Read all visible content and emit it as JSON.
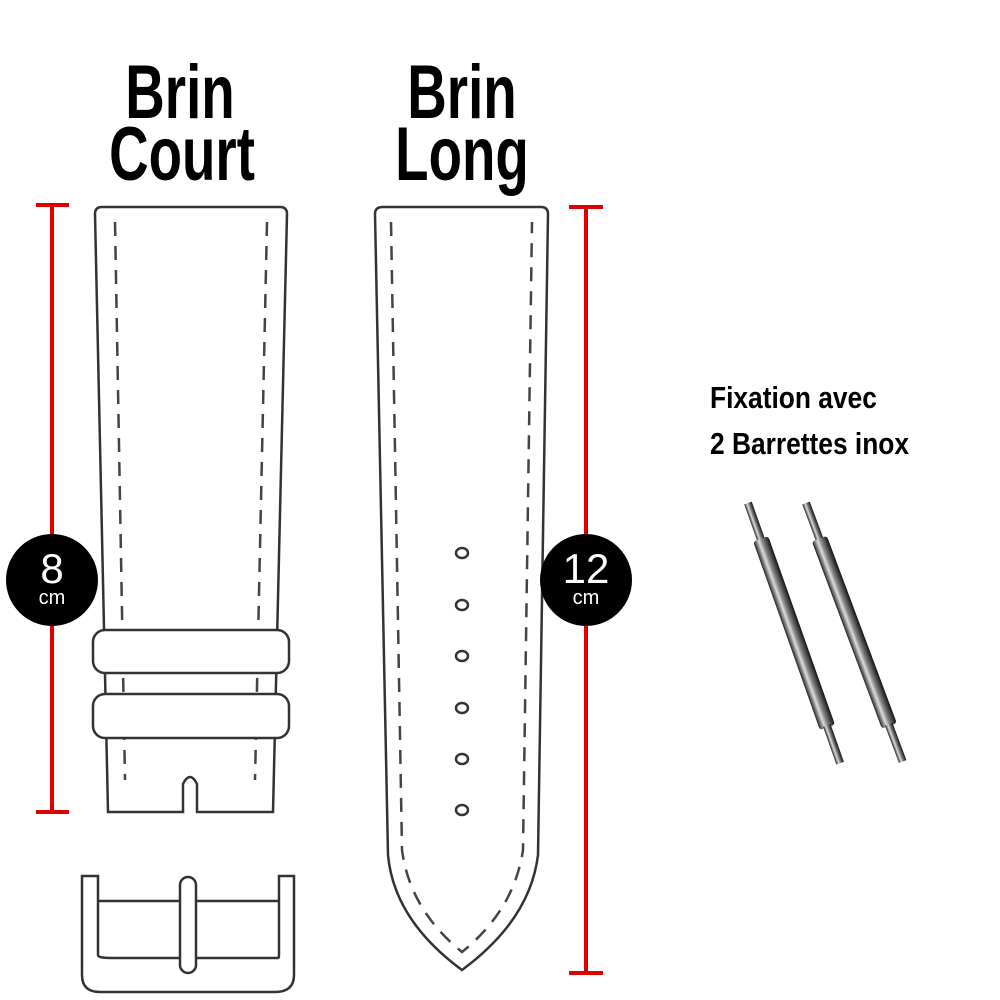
{
  "short_strap": {
    "title_line1": "Brin",
    "title_line2": "Court",
    "length_value": "8",
    "length_unit": "cm"
  },
  "long_strap": {
    "title_line1": "Brin",
    "title_line2": "Long",
    "length_value": "12",
    "length_unit": "cm",
    "hole_count": 6
  },
  "spring_bars": {
    "caption_line1": "Fixation avec",
    "caption_line2": "2 Barrettes inox",
    "count": 2
  },
  "colors": {
    "dimension_line": "#e00000",
    "badge": "#000000"
  }
}
